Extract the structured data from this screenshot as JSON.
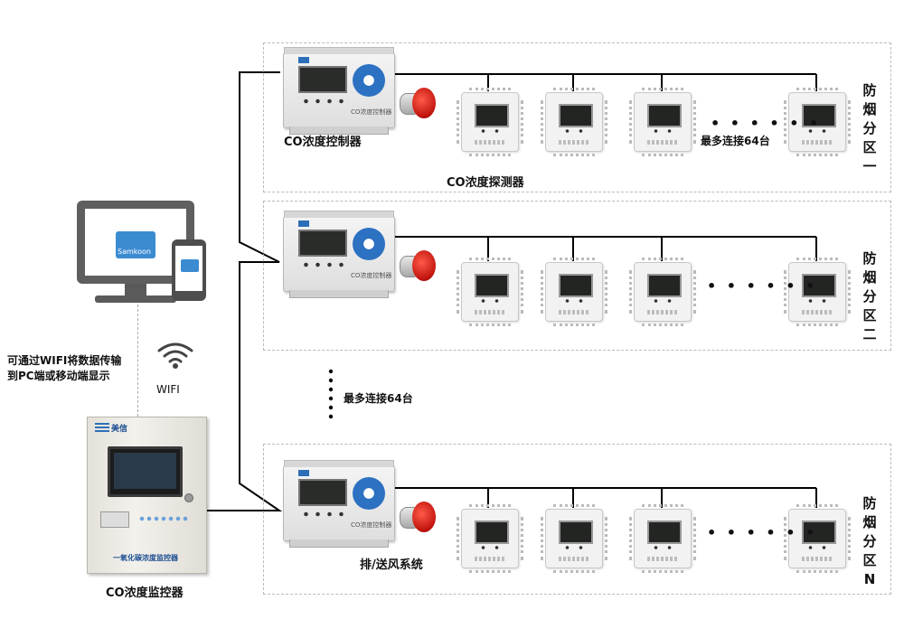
{
  "zones": [
    {
      "label": "防\n烟\n分\n区\n一"
    },
    {
      "label": "防\n烟\n分\n区\n二"
    },
    {
      "label": "防\n烟\n分\n区\nN"
    }
  ],
  "labels": {
    "controller": "CO浓度控制器",
    "detector": "CO浓度探测器",
    "max64_zone1": "最多连接64台",
    "max64_middle": "最多连接64台",
    "fan_system": "排/送风系统",
    "monitor": "CO浓度监控器",
    "wifi_note": "可通过WIFI将数据传输\n到PC端或移动端显示",
    "wifi": "WIFI",
    "ellipsis": "• • •   • • •",
    "ellipsis2": "• • •    • • •",
    "cloud_brand": "Samkoon",
    "ctrl_panel": "CO浓度控制器",
    "cabinet_brand": "美信",
    "cabinet_plate": "一氧化碳浓度监控器"
  },
  "icons": {
    "wifi": "wifi-icon",
    "alarm": "alarm-beacon-icon",
    "cloud": "cloud-app-icon"
  },
  "colors": {
    "keypad_blue": "#2c71c2",
    "alarm_red": "#c1140d",
    "wire": "#000000",
    "zone_border": "#bbbbbb"
  }
}
